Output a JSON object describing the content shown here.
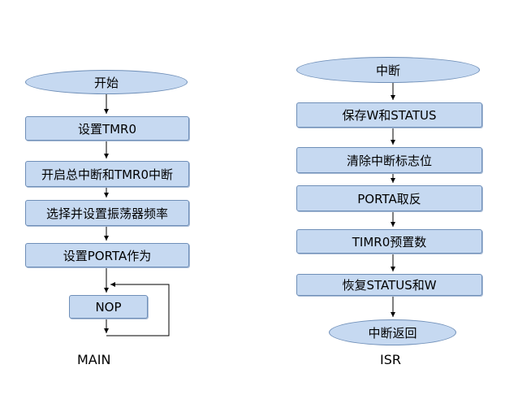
{
  "main": {
    "start": "开始",
    "steps": [
      "设置TMR0",
      "开启总中断和TMR0中断",
      "选择并设置振荡器频率",
      "设置PORTA作为"
    ],
    "loop": "NOP",
    "caption": "MAIN"
  },
  "isr": {
    "start": "中断",
    "steps": [
      "保存W和STATUS",
      "清除中断标志位",
      "PORTA取反",
      "TIMR0预置数",
      "恢复STATUS和W"
    ],
    "end": "中断返回",
    "caption": "ISR"
  },
  "colors": {
    "node_fill": "#c6d9f1",
    "node_border": "#6f8fb8"
  }
}
